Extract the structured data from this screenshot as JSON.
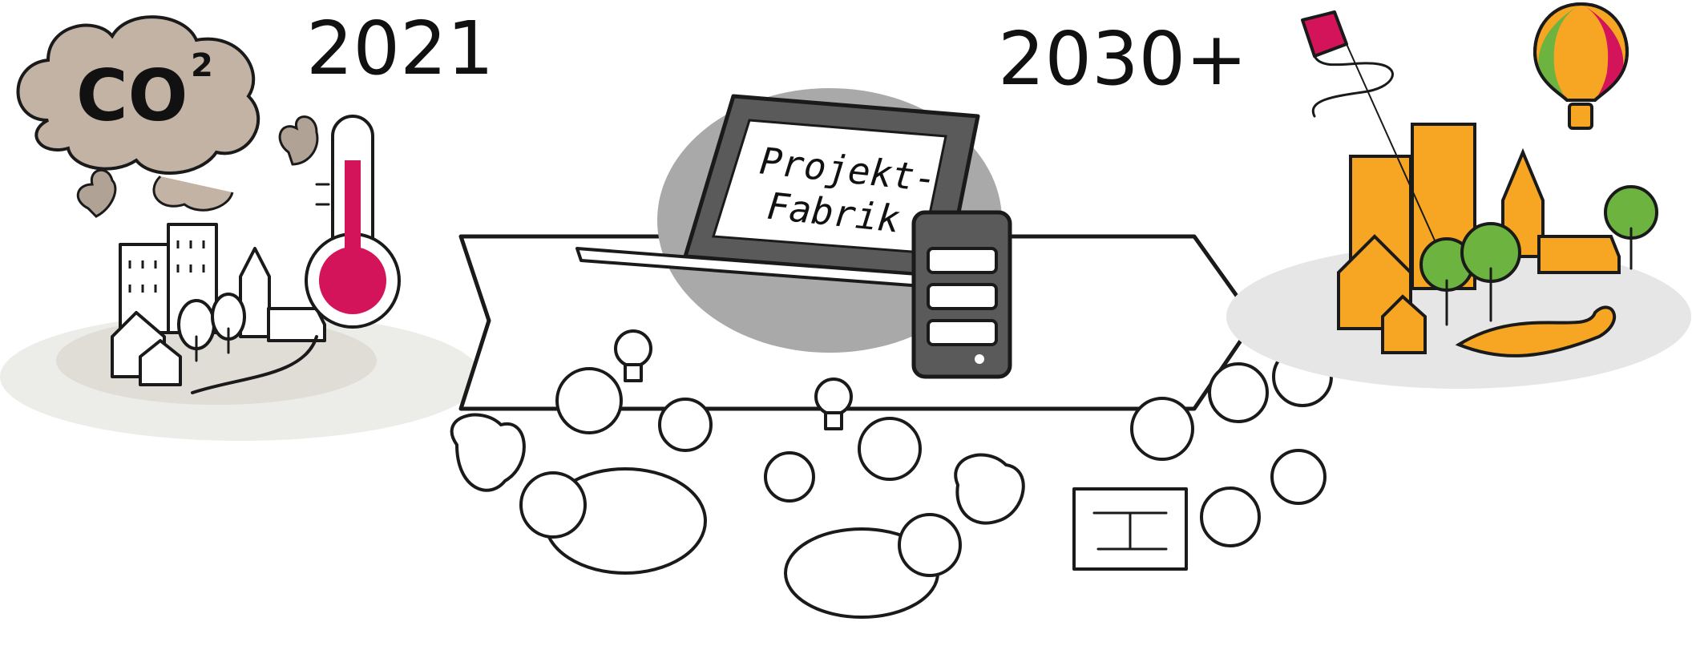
{
  "start_year": "2021",
  "target_year": "2030+",
  "co2": {
    "main": "CO",
    "sup": "2"
  },
  "laptop_screen": {
    "line1": "Projekt-",
    "line2": "Fabrik"
  },
  "colors": {
    "smog": "#c2b3a4",
    "thermometer": "#d4145a",
    "orange": "#f6a623",
    "green": "#6cb33f",
    "grey": "#d9d9d9",
    "blob_grey": "#a9a9a9",
    "ink": "#1a1a1a"
  },
  "icons": [
    "co2-cloud-icon",
    "smokestack-icon",
    "thermometer-icon",
    "laptop-icon",
    "smartphone-icon",
    "lightbulb-icon",
    "kite-icon",
    "hot-air-balloon-icon"
  ]
}
